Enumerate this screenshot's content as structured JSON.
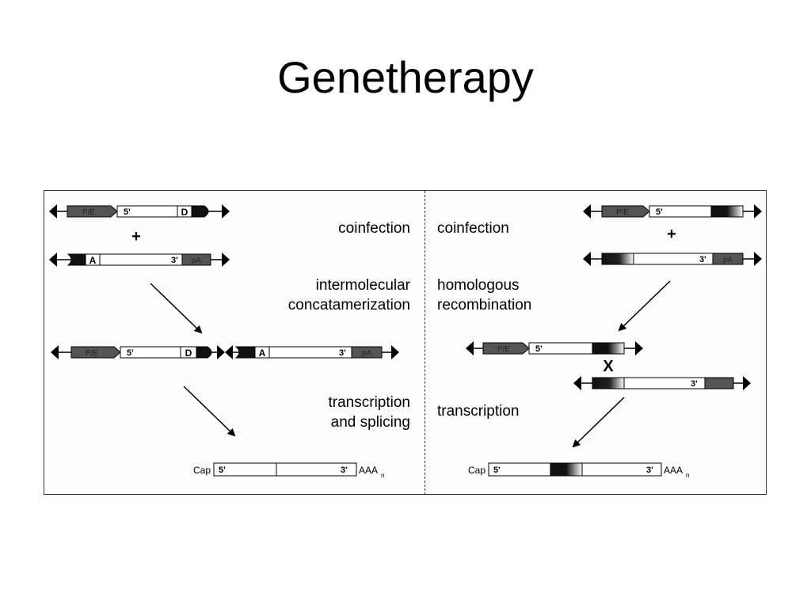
{
  "title": "Genetherapy",
  "left": {
    "step1": "coinfection",
    "step2_line1": "intermolecular",
    "step2_line2": "concatamerization",
    "step3_line1": "transcription",
    "step3_line2": "and splicing"
  },
  "right": {
    "step1": "coinfection",
    "step2_line1": "homologous",
    "step2_line2": "recombination",
    "step3": "transcription"
  },
  "labels": {
    "promoter": "P/E",
    "five_prime": "5'",
    "three_prime": "3'",
    "donor": "D",
    "acceptor": "A",
    "polya": "pA",
    "plus": "+",
    "cross": "X",
    "cap": "Cap",
    "aaa": "AAA",
    "aaa_sub": "n"
  }
}
